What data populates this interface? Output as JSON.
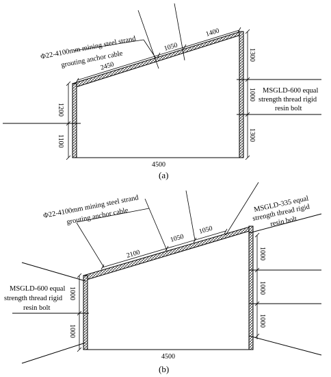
{
  "figure_a": {
    "anchor_cable_label_line1": "Φ22-4100mm mining steel strand",
    "anchor_cable_label_line2": "grouting anchor cable",
    "bolt_label_line1": "MSGLD-600 equal",
    "bolt_label_line2": "strength thread rigid",
    "bolt_label_line3": "resin bolt",
    "roof_dim_1": "2450",
    "roof_dim_2": "1050",
    "roof_dim_3": "1400",
    "left_dim_top": "1200",
    "left_dim_bottom": "1100",
    "right_dim_top": "1300",
    "right_dim_mid": "1000",
    "right_dim_bottom": "1300",
    "width_dim": "4500",
    "caption": "(a)"
  },
  "figure_b": {
    "anchor_cable_label_line1": "Φ22-4100mm mining steel strand",
    "anchor_cable_label_line2": "grouting anchor cable",
    "right_bolt_label_line1": "MSGLD-335 equal",
    "right_bolt_label_line2": "strength thread rigid",
    "right_bolt_label_line3": "resin bolt",
    "left_bolt_label_line1": "MSGLD-600 equal",
    "left_bolt_label_line2": "strength thread rigid",
    "left_bolt_label_line3": "resin bolt",
    "roof_dim_1": "2100",
    "roof_dim_2": "1050",
    "roof_dim_3": "1050",
    "left_dim_top": "1000",
    "left_dim_bottom": "1000",
    "right_dim_top": "1000",
    "right_dim_mid": "1000",
    "right_dim_bottom": "1000",
    "width_dim": "4500",
    "caption": "(b)"
  }
}
